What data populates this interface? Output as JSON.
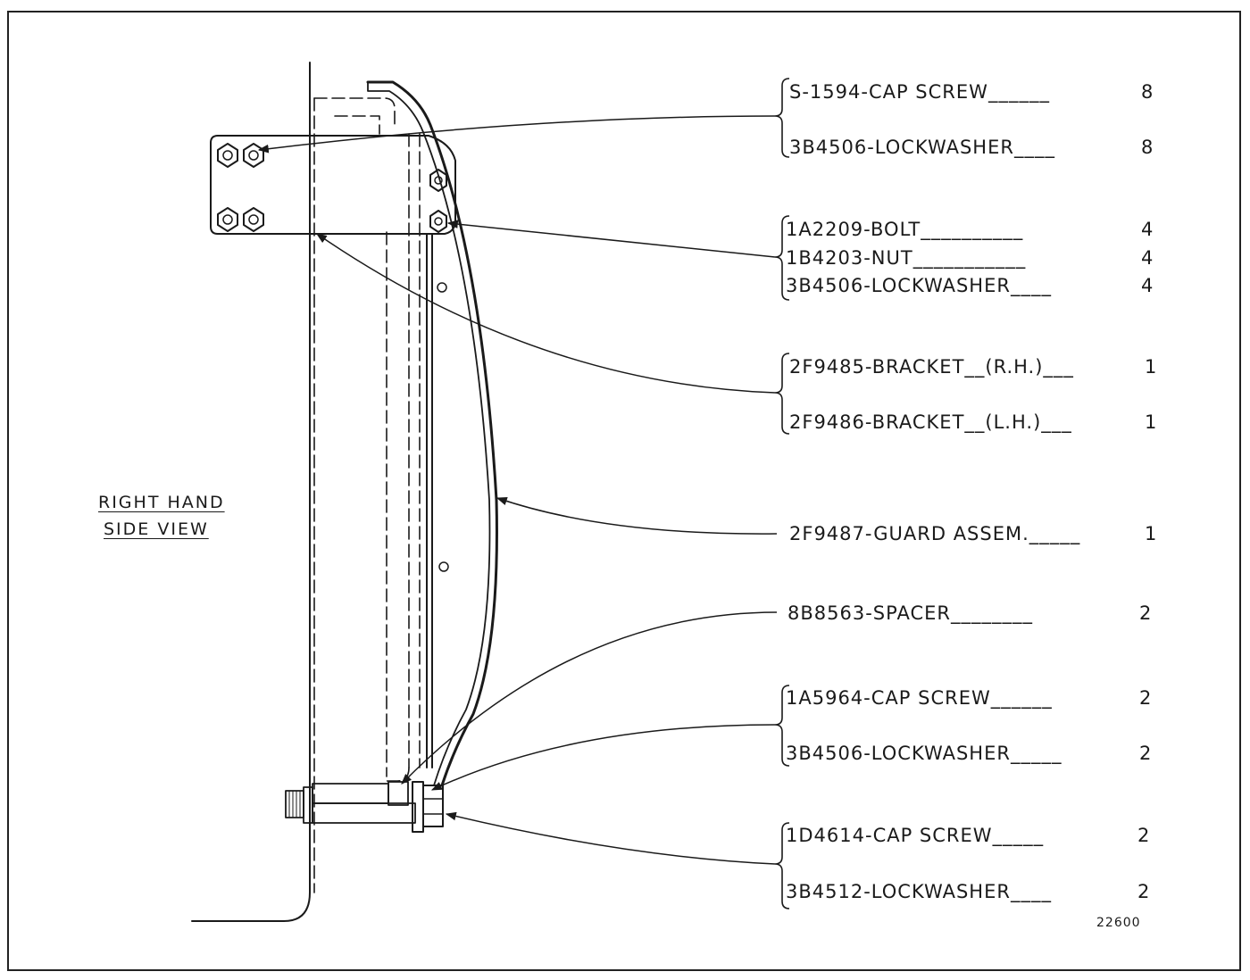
{
  "view_title": {
    "line1": "RIGHT  HAND",
    "line2": "SIDE  VIEW"
  },
  "drawing_number": "22600",
  "parts": [
    {
      "number": "S-1594",
      "name": "CAP SCREW",
      "qty": "8"
    },
    {
      "number": "3B4506",
      "name": "LOCKWASHER",
      "qty": "8"
    },
    {
      "number": "1A2209",
      "name": "BOLT",
      "qty": "4"
    },
    {
      "number": "1B4203",
      "name": "NUT",
      "qty": "4"
    },
    {
      "number": "3B4506",
      "name": "LOCKWASHER",
      "qty": "4"
    },
    {
      "number": "2F9485",
      "name": "BRACKET__(R.H.)",
      "qty": "1"
    },
    {
      "number": "2F9486",
      "name": "BRACKET__(L.H.)",
      "qty": "1"
    },
    {
      "number": "2F9487",
      "name": "GUARD ASSEM.",
      "qty": "1"
    },
    {
      "number": "8B8563",
      "name": "SPACER",
      "qty": "2"
    },
    {
      "number": "1A5964",
      "name": "CAP SCREW",
      "qty": "2"
    },
    {
      "number": "3B4506",
      "name": "LOCKWASHER",
      "qty": "2"
    },
    {
      "number": "1D4614",
      "name": "CAP SCREW",
      "qty": "2"
    },
    {
      "number": "3B4512",
      "name": "LOCKWASHER",
      "qty": "2"
    }
  ]
}
